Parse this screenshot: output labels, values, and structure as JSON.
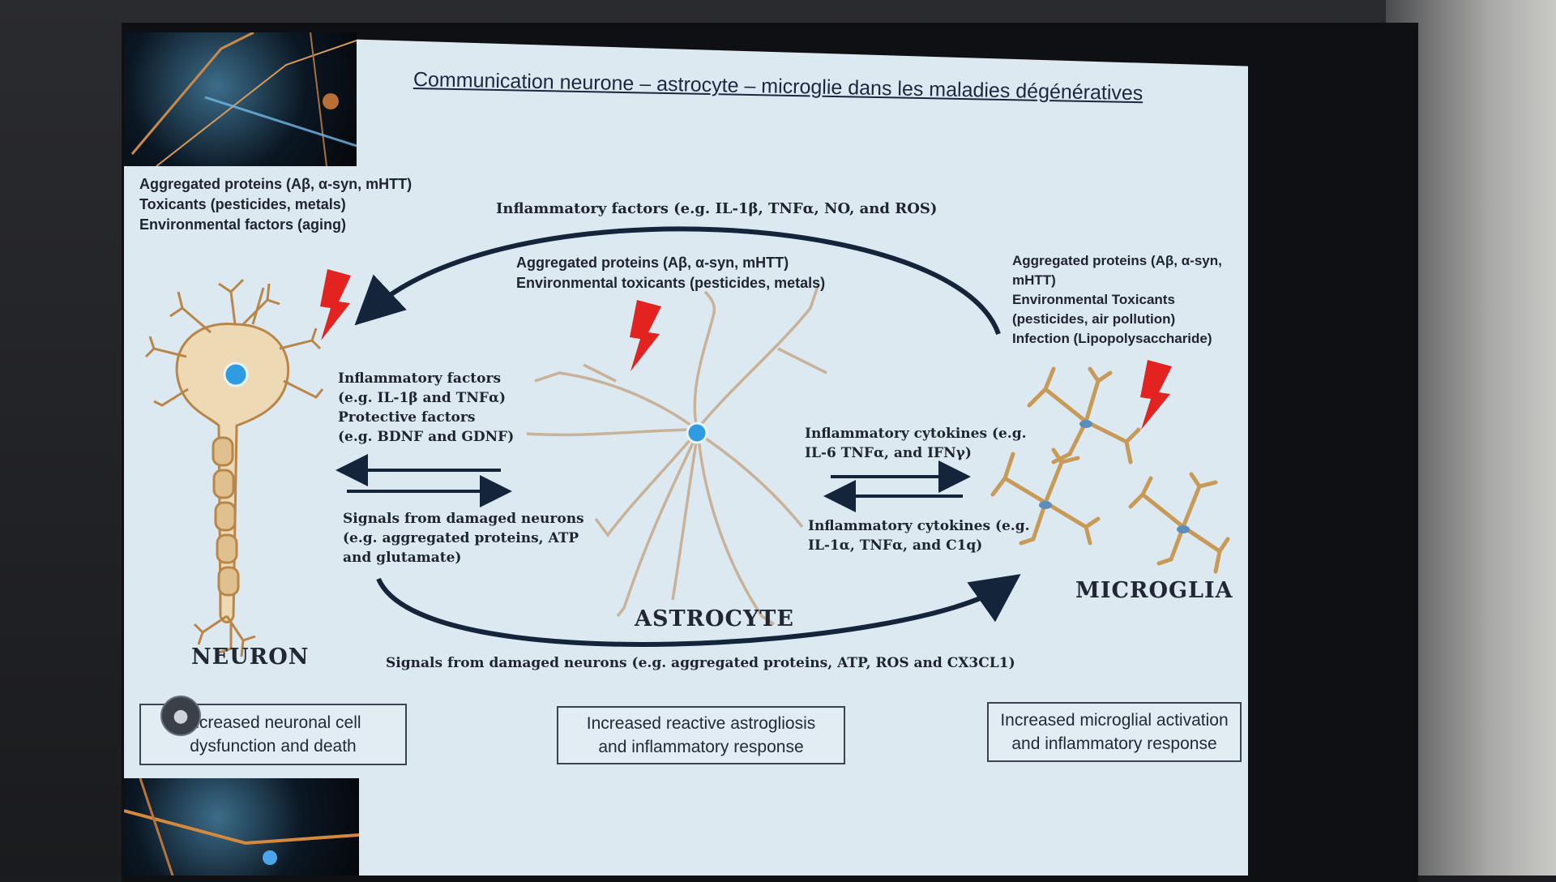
{
  "title": "Communication neurone – astrocyte – microglie dans les maladies dégénératives",
  "neuron_triggers": [
    "Aggregated proteins (Aβ, α-syn, mHTT)",
    "Toxicants (pesticides, metals)",
    "Environmental factors (aging)"
  ],
  "top_arrow_label": "Inflammatory factors (e.g. IL-1β, TNFα, NO, and ROS)",
  "astrocyte_triggers": [
    "Aggregated proteins (Aβ, α-syn, mHTT)",
    "Environmental toxicants (pesticides, metals)"
  ],
  "microglia_triggers": [
    "Aggregated proteins (Aβ, α-syn,",
    "mHTT)",
    "Environmental Toxicants",
    "(pesticides, air pollution)",
    "Infection (Lipopolysaccharide)"
  ],
  "astro_to_neuron": [
    "Inflammatory factors",
    "(e.g. IL-1β and TNFα)",
    "Protective factors",
    "(e.g. BDNF and GDNF)"
  ],
  "neuron_to_astro": [
    "Signals from damaged neurons",
    "(e.g. aggregated proteins, ATP",
    "and glutamate)"
  ],
  "astro_to_microglia": [
    "Inflammatory cytokines (e.g.",
    "IL-6 TNFα, and IFNγ)"
  ],
  "microglia_to_astro": [
    "Inflammatory cytokines (e.g.",
    "IL-1α, TNFα, and C1q)"
  ],
  "bottom_arrow_label": "Signals from damaged neurons (e.g. aggregated proteins, ATP, ROS and CX3CL1)",
  "cells": {
    "neuron": "NEURON",
    "astrocyte": "ASTROCYTE",
    "microglia": "MICROGLIA"
  },
  "outcomes": {
    "neuron": [
      "Increased neuronal cell",
      "dysfunction and death"
    ],
    "astrocyte": [
      "Increased reactive astrogliosis",
      "and inflammatory response"
    ],
    "microglia": [
      "Increased microglial activation",
      "and inflammatory response"
    ]
  },
  "colors": {
    "slide_bg": "#dde9f0",
    "arrow": "#14243a",
    "cell_body": "#e3c79a",
    "cell_outline": "#b9864a",
    "nucleus": "#2f9be0",
    "lightning": "#e2231f"
  },
  "icons": {
    "lightning": "lightning-bolt-icon",
    "avatar": "user-avatar-icon"
  }
}
